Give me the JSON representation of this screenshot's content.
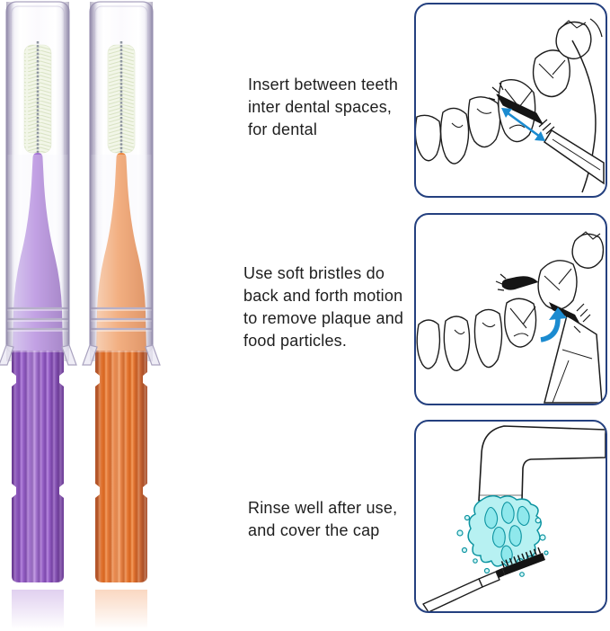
{
  "page": {
    "description": "Interdental brush product usage infographic"
  },
  "products": {
    "purple_brush": {
      "label": "purple interdental brush in clear cap",
      "handle_color": "#9a63cc"
    },
    "orange_brush": {
      "label": "orange interdental brush in clear cap",
      "handle_color": "#ef7d33"
    }
  },
  "instructions": [
    {
      "illustration": "brush-inserted-between-teeth",
      "lines": [
        "Insert between teeth",
        "inter dental spaces,",
        "for dental"
      ]
    },
    {
      "illustration": "brush-back-and-forth-between-teeth",
      "lines": [
        "Use soft bristles do",
        "back and forth motion",
        "to remove plaque and",
        "food particles."
      ]
    },
    {
      "illustration": "brush-rinsed-under-faucet",
      "lines": [
        "Rinse well after use,",
        "and cover the cap"
      ]
    }
  ],
  "colors": {
    "panel_border": "#24407f",
    "arrow_blue": "#1b8bd0",
    "water_fill": "#b7f1f2",
    "water_outline": "#0d94a1",
    "text": "#1e1e1e",
    "purple": "#9a63cc",
    "orange": "#ef7d33"
  }
}
